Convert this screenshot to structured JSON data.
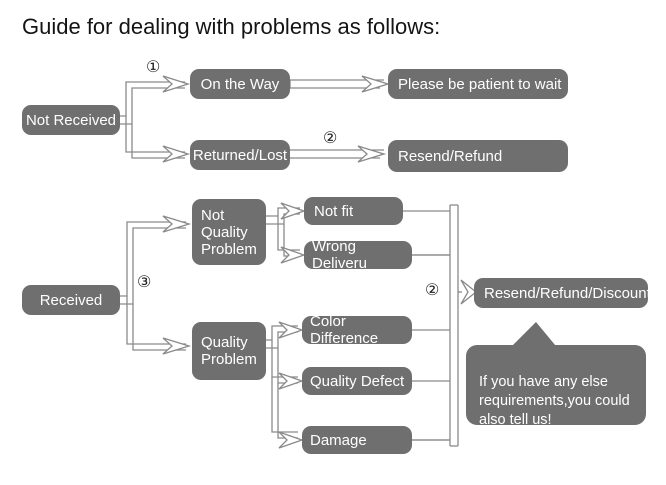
{
  "title": "Guide for dealing with problems as follows:",
  "theme": {
    "node_fill": "#6f6f6f",
    "node_text": "#ffffff",
    "line_color": "#8a8a8a",
    "background": "#ffffff",
    "title_color": "#141414"
  },
  "markers": {
    "one": "①",
    "two_top": "②",
    "three": "③",
    "two_bottom": "②"
  },
  "branches": {
    "not_received": {
      "source": "Not Received",
      "marker": "①",
      "states": [
        {
          "label": "On the Way",
          "outcome": "Please be patient to wait"
        },
        {
          "label": "Returned/Lost",
          "outcome": "Resend/Refund",
          "marker": "②"
        }
      ]
    },
    "received": {
      "source": "Received",
      "marker": "③",
      "merge_marker": "②",
      "outcome": "Resend/Refund/Discount",
      "categories": [
        {
          "label": "Not\nQuality\nProblem",
          "reasons": [
            "Not fit",
            "Wrong Deliveru"
          ]
        },
        {
          "label": "Quality\nProblem",
          "reasons": [
            "Color Difference",
            "Quality Defect",
            "Damage"
          ]
        }
      ]
    }
  },
  "note": "If you have any else\nrequirements,you could\nalso tell us!"
}
